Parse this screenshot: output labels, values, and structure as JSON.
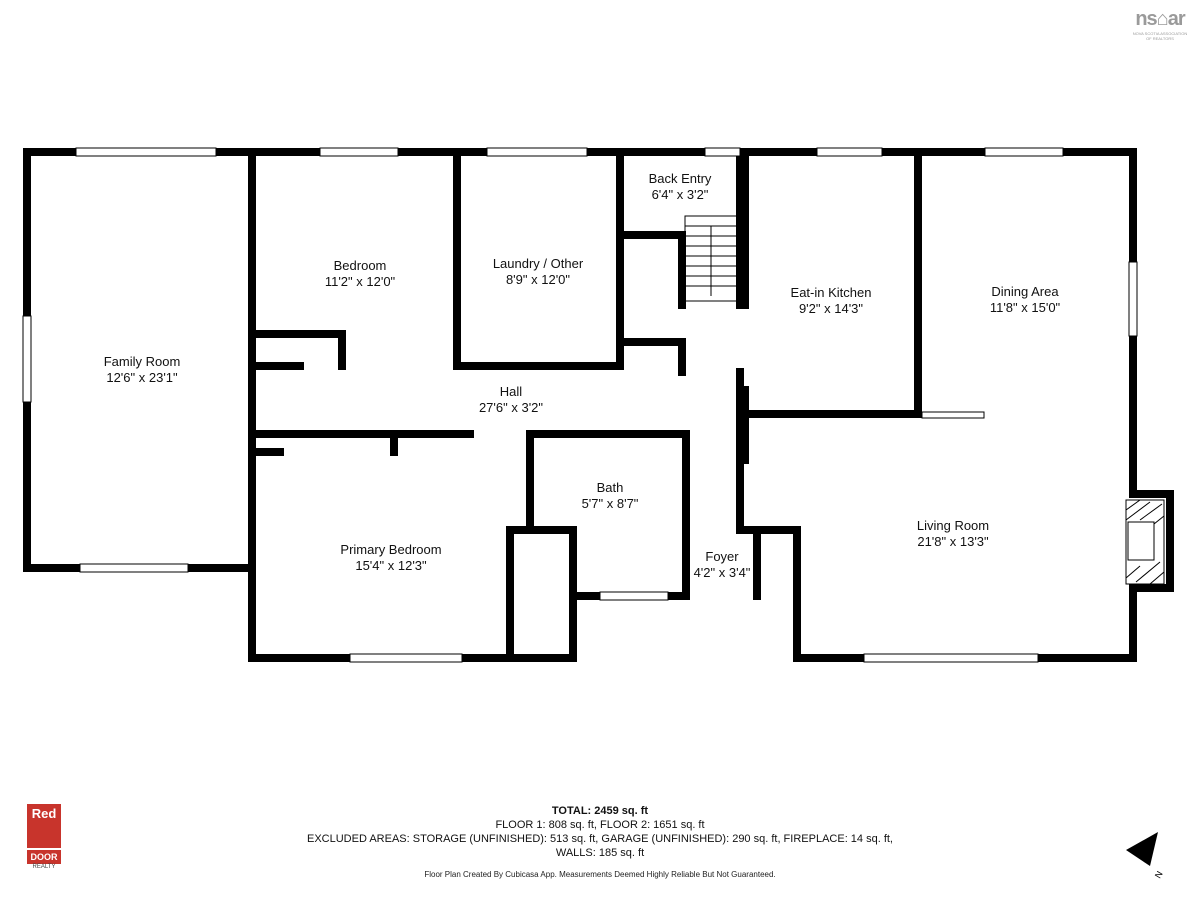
{
  "brand": {
    "logo_text": "ns⌂ar",
    "subtitle_1": "NOVA SCOTIA ASSOCIATION",
    "subtitle_2": "OF REALTORS"
  },
  "agency_logo": {
    "word": "Red",
    "door": "DOOR",
    "realty": "REALTY",
    "color": "#c8342c"
  },
  "rooms": [
    {
      "id": "family-room",
      "name": "Family Room",
      "dims": "12'6\" x 23'1\""
    },
    {
      "id": "bedroom",
      "name": "Bedroom",
      "dims": "11'2\" x 12'0\""
    },
    {
      "id": "laundry",
      "name": "Laundry / Other",
      "dims": "8'9\" x 12'0\""
    },
    {
      "id": "back-entry",
      "name": "Back Entry",
      "dims": "6'4\" x 3'2\""
    },
    {
      "id": "eat-in-kitchen",
      "name": "Eat-in Kitchen",
      "dims": "9'2\" x 14'3\""
    },
    {
      "id": "dining-area",
      "name": "Dining Area",
      "dims": "11'8\" x 15'0\""
    },
    {
      "id": "hall",
      "name": "Hall",
      "dims": "27'6\" x 3'2\""
    },
    {
      "id": "bath",
      "name": "Bath",
      "dims": "5'7\" x 8'7\""
    },
    {
      "id": "primary-bedroom",
      "name": "Primary Bedroom",
      "dims": "15'4\" x 12'3\""
    },
    {
      "id": "foyer",
      "name": "Foyer",
      "dims": "4'2\" x 3'4\""
    },
    {
      "id": "living-room",
      "name": "Living Room",
      "dims": "21'8\" x 13'3\""
    }
  ],
  "summary": {
    "total": "TOTAL: 2459 sq. ft",
    "floors": "FLOOR 1: 808 sq. ft, FLOOR 2: 1651 sq. ft",
    "excluded": "EXCLUDED AREAS: STORAGE (UNFINISHED): 513 sq. ft, GARAGE (UNFINISHED): 290 sq. ft, FIREPLACE: 14 sq. ft,",
    "walls": "WALLS: 185 sq. ft"
  },
  "disclaimer": "Floor Plan Created By Cubicasa App. Measurements Deemed Highly Reliable But Not Guaranteed.",
  "compass": {
    "label": "N"
  },
  "colors": {
    "wall": "#000000",
    "window": "#ffffff"
  }
}
